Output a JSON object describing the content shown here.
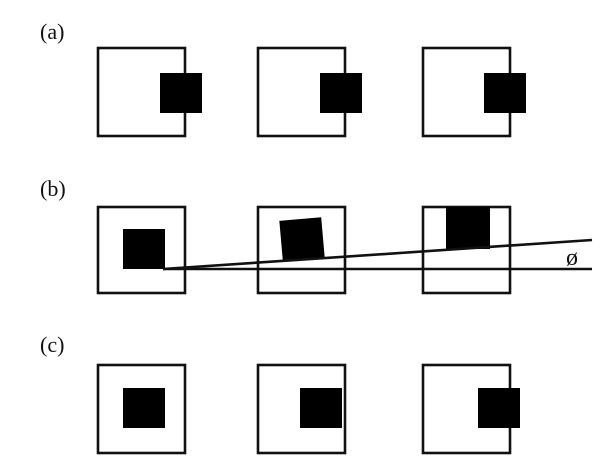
{
  "rows": [
    {
      "label": "(a)"
    },
    {
      "label": "(b)",
      "angle_label": "ø"
    },
    {
      "label": "(c)"
    }
  ],
  "colors": {
    "stroke": "#111111",
    "fill_square": "#000000",
    "background": "#ffffff"
  }
}
